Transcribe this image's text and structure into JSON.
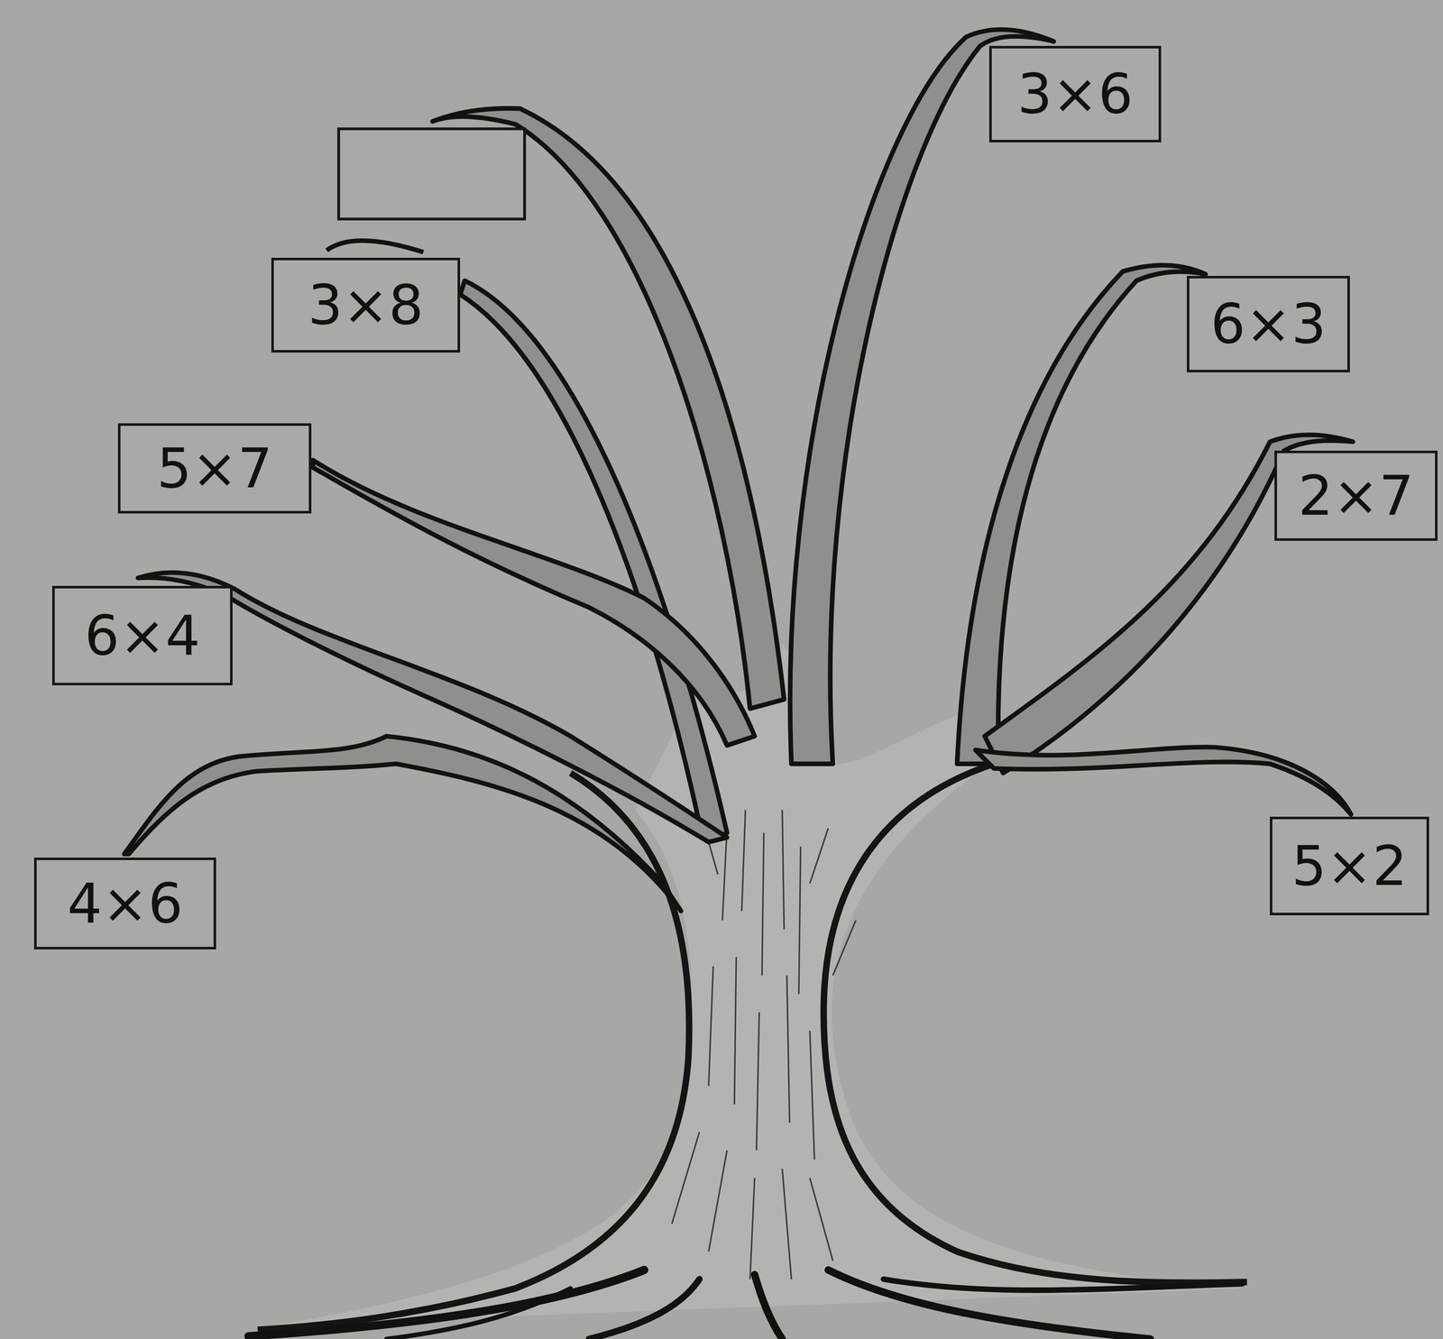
{
  "diagram": {
    "nodes": [
      {
        "text": [
          "3×6"
        ]
      },
      {
        "text": [
          "3×8"
        ]
      },
      {
        "text": [
          "6×3"
        ]
      },
      {
        "text": [
          "5×7"
        ]
      },
      {
        "text": [
          "2×7"
        ]
      },
      {
        "text": [
          "6×4"
        ]
      },
      {
        "text": [
          "5×2"
        ]
      },
      {
        "text": [
          "4×6"
        ]
      }
    ]
  }
}
